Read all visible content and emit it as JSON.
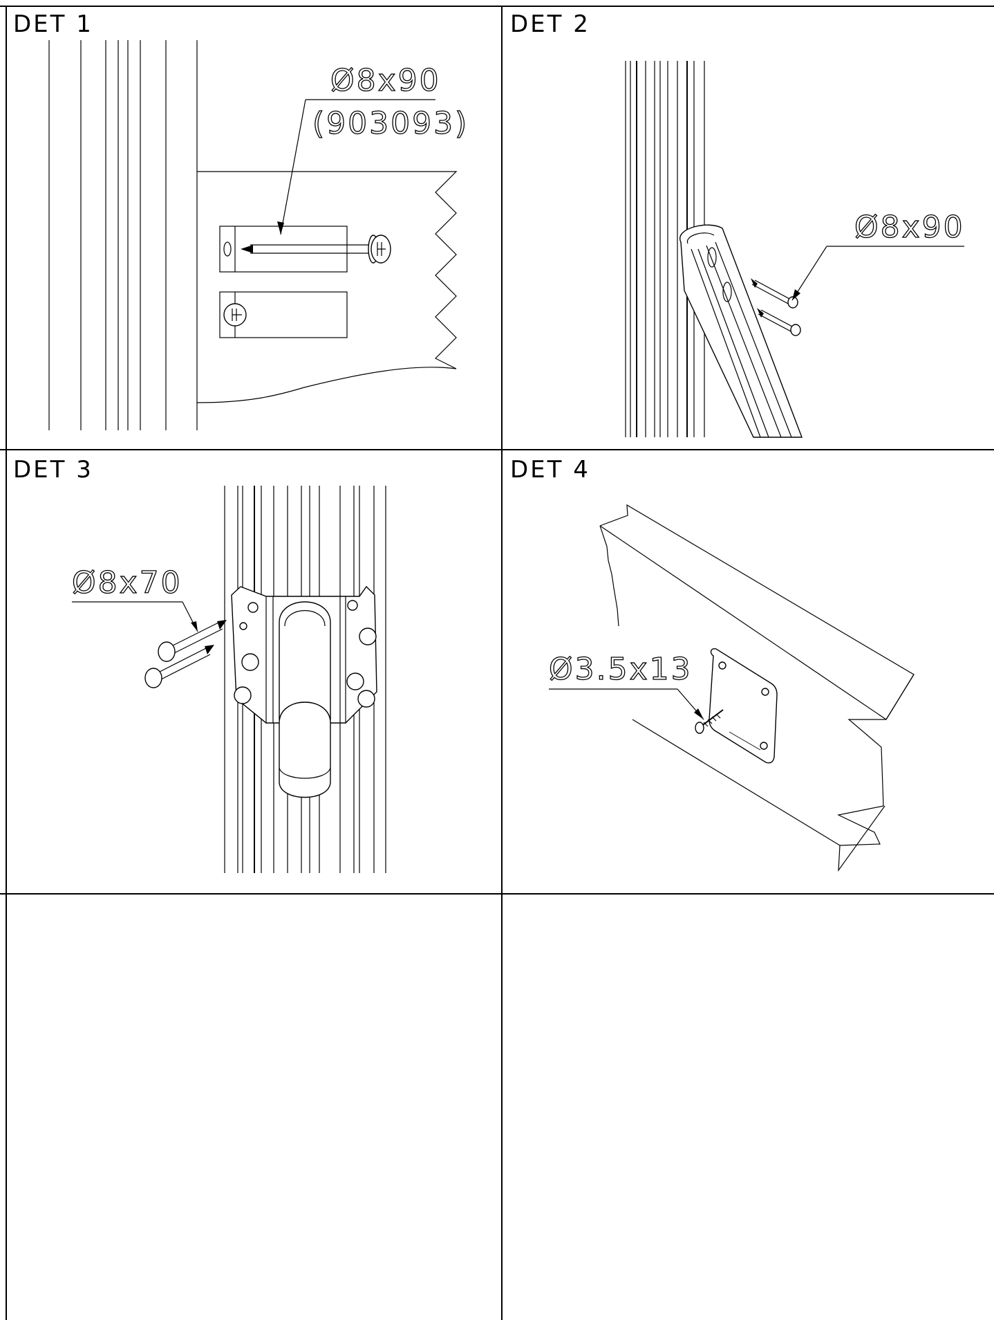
{
  "details": [
    {
      "label": "DET 1",
      "callouts": [
        "Ø8x90",
        "(903093)"
      ]
    },
    {
      "label": "DET 2",
      "callouts": [
        "Ø8x90"
      ]
    },
    {
      "label": "DET 3",
      "callouts": [
        "Ø8x70"
      ]
    },
    {
      "label": "DET 4",
      "callouts": [
        "Ø3.5x13"
      ]
    },
    {
      "label": "",
      "callouts": []
    },
    {
      "label": "",
      "callouts": []
    }
  ]
}
